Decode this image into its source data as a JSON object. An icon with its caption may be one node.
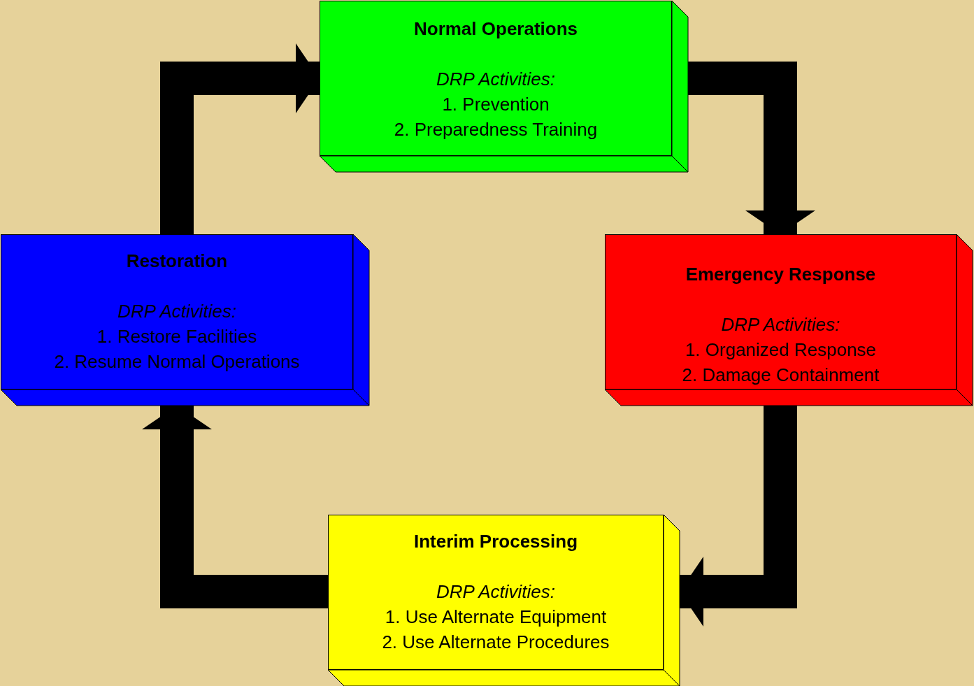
{
  "diagram": {
    "nodes": [
      {
        "text": [
          "Normal Operations",
          "DRP Activities:",
          "1. Prevention",
          "2. Preparedness Training"
        ]
      },
      {
        "text": [
          "Emergency Response",
          "DRP Activities:",
          "1. Organized Response",
          "2. Damage Containment"
        ]
      },
      {
        "text": [
          "Interim Processing",
          "DRP Activities:",
          "1. Use Alternate Equipment",
          "2. Use Alternate Procedures"
        ]
      },
      {
        "text": [
          "Restoration",
          "DRP Activities:",
          "1. Restore Facilities",
          "2. Resume Normal Operations"
        ]
      }
    ],
    "edges": [
      {
        "from": 0,
        "to": 1,
        "arrow": "to"
      },
      {
        "from": 1,
        "to": 2,
        "arrow": "to"
      },
      {
        "from": 2,
        "to": 3,
        "arrow": "to"
      },
      {
        "from": 3,
        "to": 0,
        "arrow": "to"
      }
    ]
  }
}
